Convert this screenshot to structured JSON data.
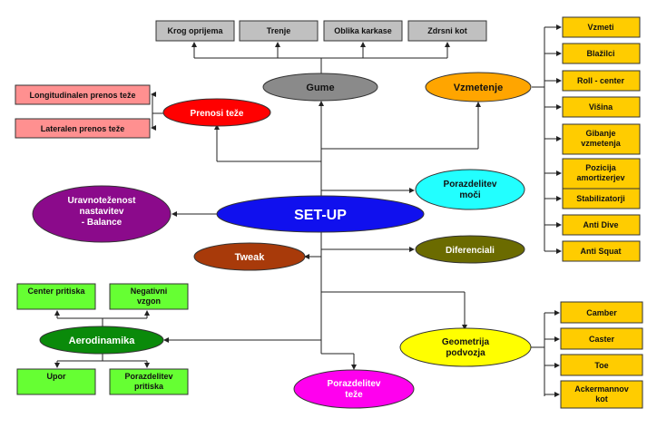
{
  "center": "SET-UP",
  "gume": {
    "label": "Gume",
    "children": [
      "Krog oprijema",
      "Trenje",
      "Oblika karkase",
      "Zdrsni kot"
    ]
  },
  "vzmetenje": {
    "label": "Vzmetenje",
    "children": [
      "Vzmeti",
      "Blažilci",
      "Roll - center",
      "Višina",
      "Gibanje vzmetenja",
      "Pozicija amortizerjev",
      "Stabilizatorji",
      "Anti Dive",
      "Anti Squat"
    ]
  },
  "prenosi": {
    "label": "Prenosi teže",
    "children": [
      "Longitudinalen prenos teže",
      "Lateralen prenos teže"
    ]
  },
  "uravnotezenost": "Uravnoteženost nastavitev - Balance",
  "tweak": "Tweak",
  "porazdelitev_moci": "Porazdelitev moči",
  "diferenciali": "Diferenciali",
  "aerodinamika": {
    "label": "Aerodinamika",
    "children": [
      "Center pritiska",
      "Negativni vzgon",
      "Upor",
      "Porazdelitev pritiska"
    ]
  },
  "geometrija": {
    "label": "Geometrija podvozja",
    "children": [
      "Camber",
      "Caster",
      "Toe",
      "Ackermannov kot"
    ]
  },
  "porazdelitev_teze": "Porazdelitev teže",
  "colors": {
    "center": "#1010ee",
    "gume": "#8a8a8a",
    "vzmetenje": "#ffa500",
    "prenosi": "#ff0000",
    "uravnotezenost": "#8b0a8b",
    "tweak": "#a83a0a",
    "porazdelitev_moci": "#22ffff",
    "diferenciali": "#6b6b00",
    "aerodinamika": "#0a8a0a",
    "geometrija": "#ffff00",
    "porazdelitev_teze": "#ff00ee",
    "box_grey": "#c0c0c0",
    "box_yellow": "#ffcc00",
    "box_pink": "#ff9090",
    "box_green": "#66ff33"
  }
}
